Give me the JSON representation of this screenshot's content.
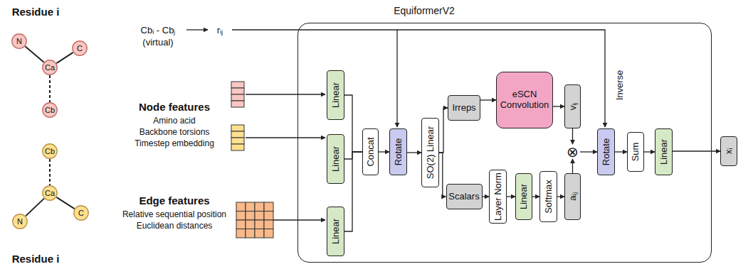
{
  "diagram": {
    "nodes": [
      {
        "text": [
          "N"
        ]
      },
      {
        "text": [
          "C"
        ]
      },
      {
        "text": [
          "Ca"
        ]
      },
      {
        "text": [
          "Cb"
        ]
      },
      {
        "text": [
          "Cb"
        ]
      },
      {
        "text": [
          "Ca"
        ]
      },
      {
        "text": [
          "N"
        ]
      },
      {
        "text": [
          "C"
        ]
      },
      {
        "text": [
          "EquiformerV2"
        ]
      },
      {
        "text": [
          "Linear"
        ],
        "in": 8
      },
      {
        "text": [
          "Linear"
        ],
        "in": 8
      },
      {
        "text": [
          "Linear"
        ],
        "in": 8
      },
      {
        "text": [
          "Concat"
        ],
        "in": 8
      },
      {
        "text": [
          "Rotate"
        ],
        "in": 8
      },
      {
        "text": [
          "SO(2) Linear"
        ],
        "in": 8
      },
      {
        "text": [
          "Irreps"
        ],
        "in": 8
      },
      {
        "text": [
          "eSCN Convolution"
        ],
        "in": 8
      },
      {
        "text": [
          "vᵢⱼ"
        ],
        "in": 8
      },
      {
        "text": [
          "Scalars"
        ],
        "in": 8
      },
      {
        "text": [
          "Layer Norm"
        ],
        "in": 8
      },
      {
        "text": [
          "Linear"
        ],
        "in": 8
      },
      {
        "text": [
          "Softmax"
        ],
        "in": 8
      },
      {
        "text": [
          "aᵢⱼ"
        ],
        "in": 8
      },
      {
        "text": [
          "⊗"
        ],
        "in": 8
      },
      {
        "text": [
          "Rotate"
        ],
        "in": 8
      },
      {
        "text": [
          "Sum"
        ],
        "in": 8
      },
      {
        "text": [
          "Linear"
        ],
        "in": 8
      },
      {
        "text": [
          "xᵢ"
        ]
      }
    ],
    "edges": [
      {
        "from": 0,
        "to": 2,
        "arrow": "none"
      },
      {
        "from": 1,
        "to": 2,
        "arrow": "none"
      },
      {
        "from": 2,
        "to": 3,
        "arrow": "none"
      },
      {
        "from": 4,
        "to": 5,
        "arrow": "none"
      },
      {
        "from": 5,
        "to": 6,
        "arrow": "none"
      },
      {
        "from": 5,
        "to": 7,
        "arrow": "none"
      },
      {
        "from": 9,
        "to": 12,
        "arrow": "none"
      },
      {
        "from": 10,
        "to": 12,
        "arrow": "none"
      },
      {
        "from": 11,
        "to": 12,
        "arrow": "none"
      },
      {
        "from": 12,
        "to": 13,
        "arrow": "to"
      },
      {
        "from": 13,
        "to": 14,
        "arrow": "to"
      },
      {
        "from": 14,
        "to": 15,
        "arrow": "to"
      },
      {
        "from": 14,
        "to": 18,
        "arrow": "to"
      },
      {
        "from": 15,
        "to": 16,
        "arrow": "to"
      },
      {
        "from": 16,
        "to": 17,
        "arrow": "to"
      },
      {
        "from": 17,
        "to": 23,
        "arrow": "to"
      },
      {
        "from": 18,
        "to": 19,
        "arrow": "to"
      },
      {
        "from": 19,
        "to": 20,
        "arrow": "to"
      },
      {
        "from": 20,
        "to": 21,
        "arrow": "to"
      },
      {
        "from": 21,
        "to": 22,
        "arrow": "to"
      },
      {
        "from": 22,
        "to": 23,
        "arrow": "to"
      },
      {
        "from": 23,
        "to": 24,
        "arrow": "to"
      },
      {
        "from": 24,
        "to": 25,
        "arrow": "to"
      },
      {
        "from": 25,
        "to": 26,
        "arrow": "to"
      },
      {
        "from": 26,
        "to": 27,
        "arrow": "to"
      }
    ],
    "labels": [
      "Residue i",
      "Cbᵢ - Cbⱼ",
      "(virtual)",
      "rᵢⱼ",
      "Node features",
      "Amino acid",
      "Backbone torsions",
      "Timestep embedding",
      "Edge features",
      "Relative sequential position",
      "Euclidean distances",
      "Inverse",
      "Residue i"
    ]
  }
}
